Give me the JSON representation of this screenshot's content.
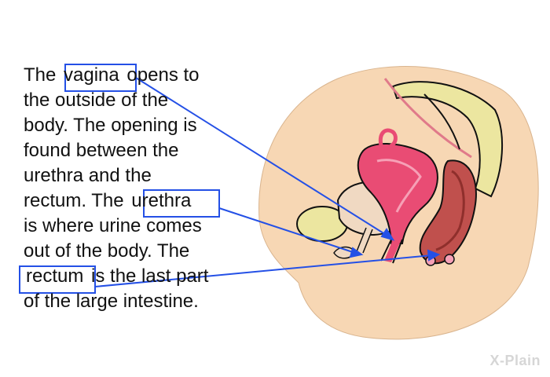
{
  "caption": {
    "l1_pre": "The ",
    "term_vagina": "vagina",
    "l1_post": " opens to",
    "l2": "the outside of the",
    "l3": "body. The opening is",
    "l4": "found between the",
    "l5": "urethra and the",
    "l6_pre": "rectum. The ",
    "term_urethra": "urethra",
    "l7": "is where urine comes",
    "l8": "out of the body. The",
    "term_rectum": "rectum",
    "l9_post": " is the last part",
    "l10": "of the large intestine."
  },
  "logo": {
    "text": "X-Plain"
  },
  "colors": {
    "skin": "#f7d7b4",
    "uterus": "#e94c74",
    "rectum": "#c0504d",
    "bladder": "#f0d9c2",
    "bone": "#ece6a0",
    "pointer": "#2450e6"
  }
}
